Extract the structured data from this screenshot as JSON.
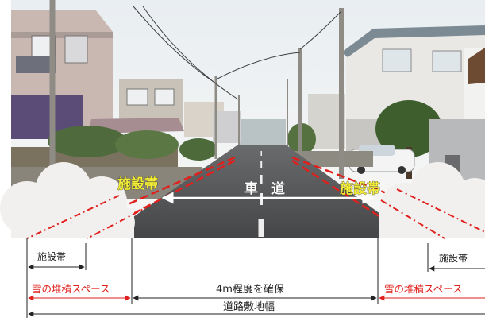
{
  "photo": {
    "left_zone_label": "施設帯",
    "center_label": "車　道",
    "right_zone_label": "施設帯"
  },
  "dimensions": {
    "left_facility": "施設帯",
    "right_facility": "施設帯",
    "left_snow_space": "雪の堆積スペース",
    "right_snow_space": "雪の堆積スペース",
    "carriageway_width": "4m程度を確保",
    "road_land_width": "道路敷地幅"
  },
  "colors": {
    "zone_label": "#f4ee3a",
    "accent_red": "#e0201c",
    "snow_pile": "#f2f0ee"
  }
}
